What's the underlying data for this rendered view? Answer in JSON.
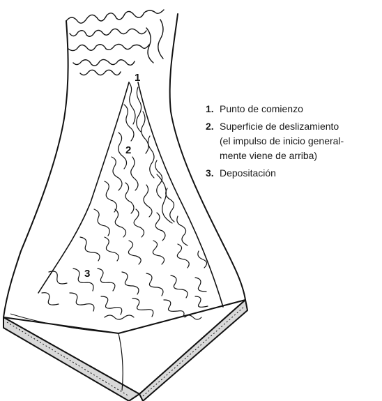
{
  "diagram": {
    "markers": [
      "1",
      "2",
      "3"
    ]
  },
  "legend": {
    "items": [
      {
        "number": "1.",
        "text": "Punto de comienzo"
      },
      {
        "number": "2.",
        "text": "Superficie de deslizamiento\n(el impulso de inicio general-\nmente viene de arriba)"
      },
      {
        "number": "3.",
        "text": "Depositación"
      }
    ]
  }
}
